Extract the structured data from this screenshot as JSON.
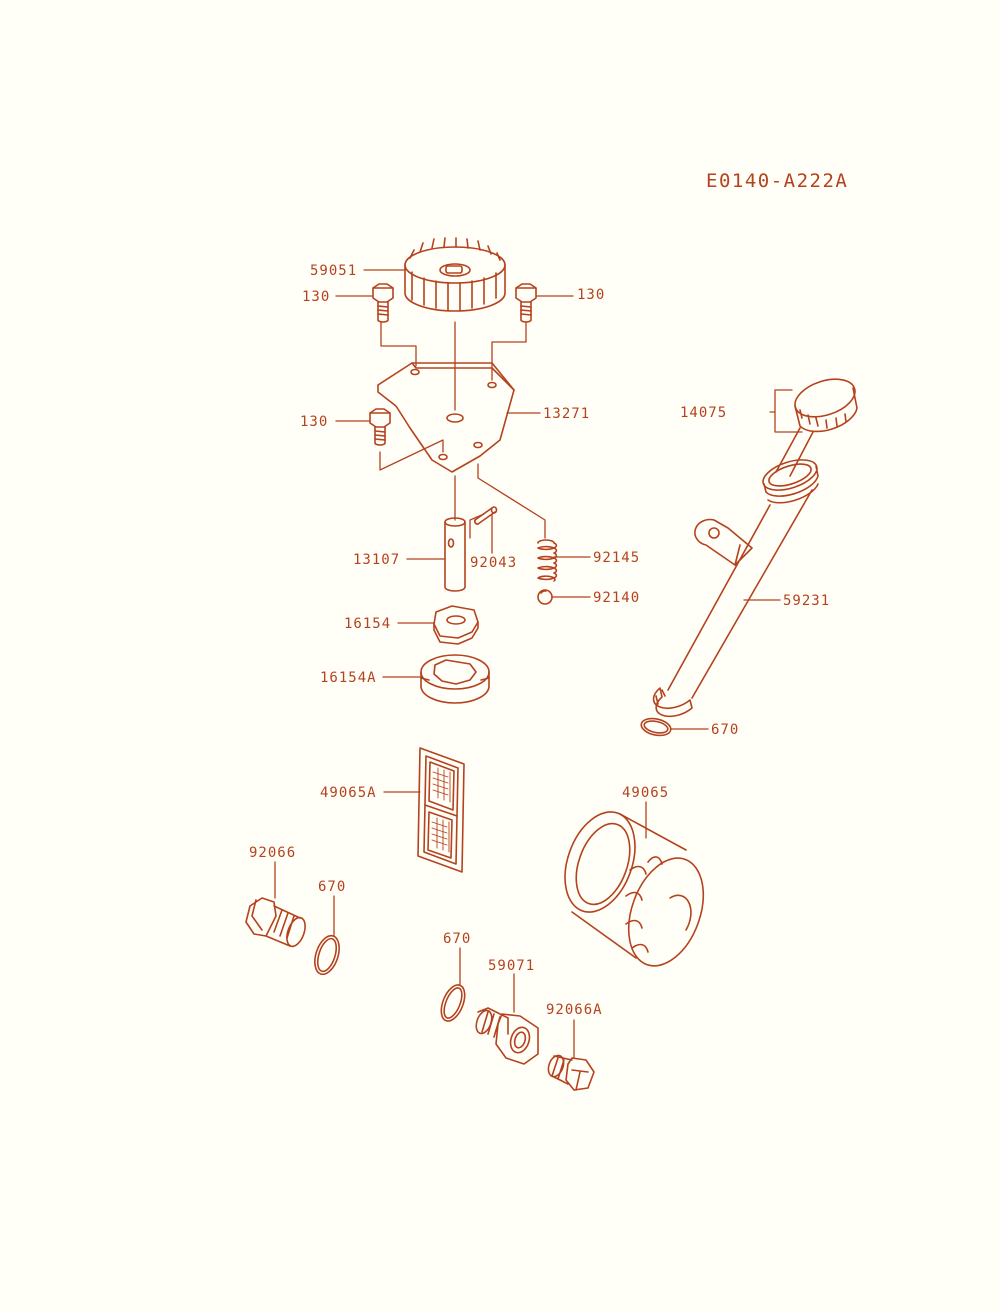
{
  "diagram_code": "E0140-A222A",
  "ink_color": "#b5421f",
  "background_color": "#fffff7",
  "labels": {
    "p59051": "59051",
    "p130_left_top": "130",
    "p130_right_top": "130",
    "p130_left_mid": "130",
    "p13271": "13271",
    "p14075": "14075",
    "p13107": "13107",
    "p92043": "92043",
    "p92145": "92145",
    "p92140": "92140",
    "p59231": "59231",
    "p16154": "16154",
    "p16154A": "16154A",
    "p670_dipstick": "670",
    "p49065A": "49065A",
    "p49065": "49065",
    "p92066": "92066",
    "p670_left": "670",
    "p670_center": "670",
    "p59071": "59071",
    "p92066A": "92066A"
  }
}
